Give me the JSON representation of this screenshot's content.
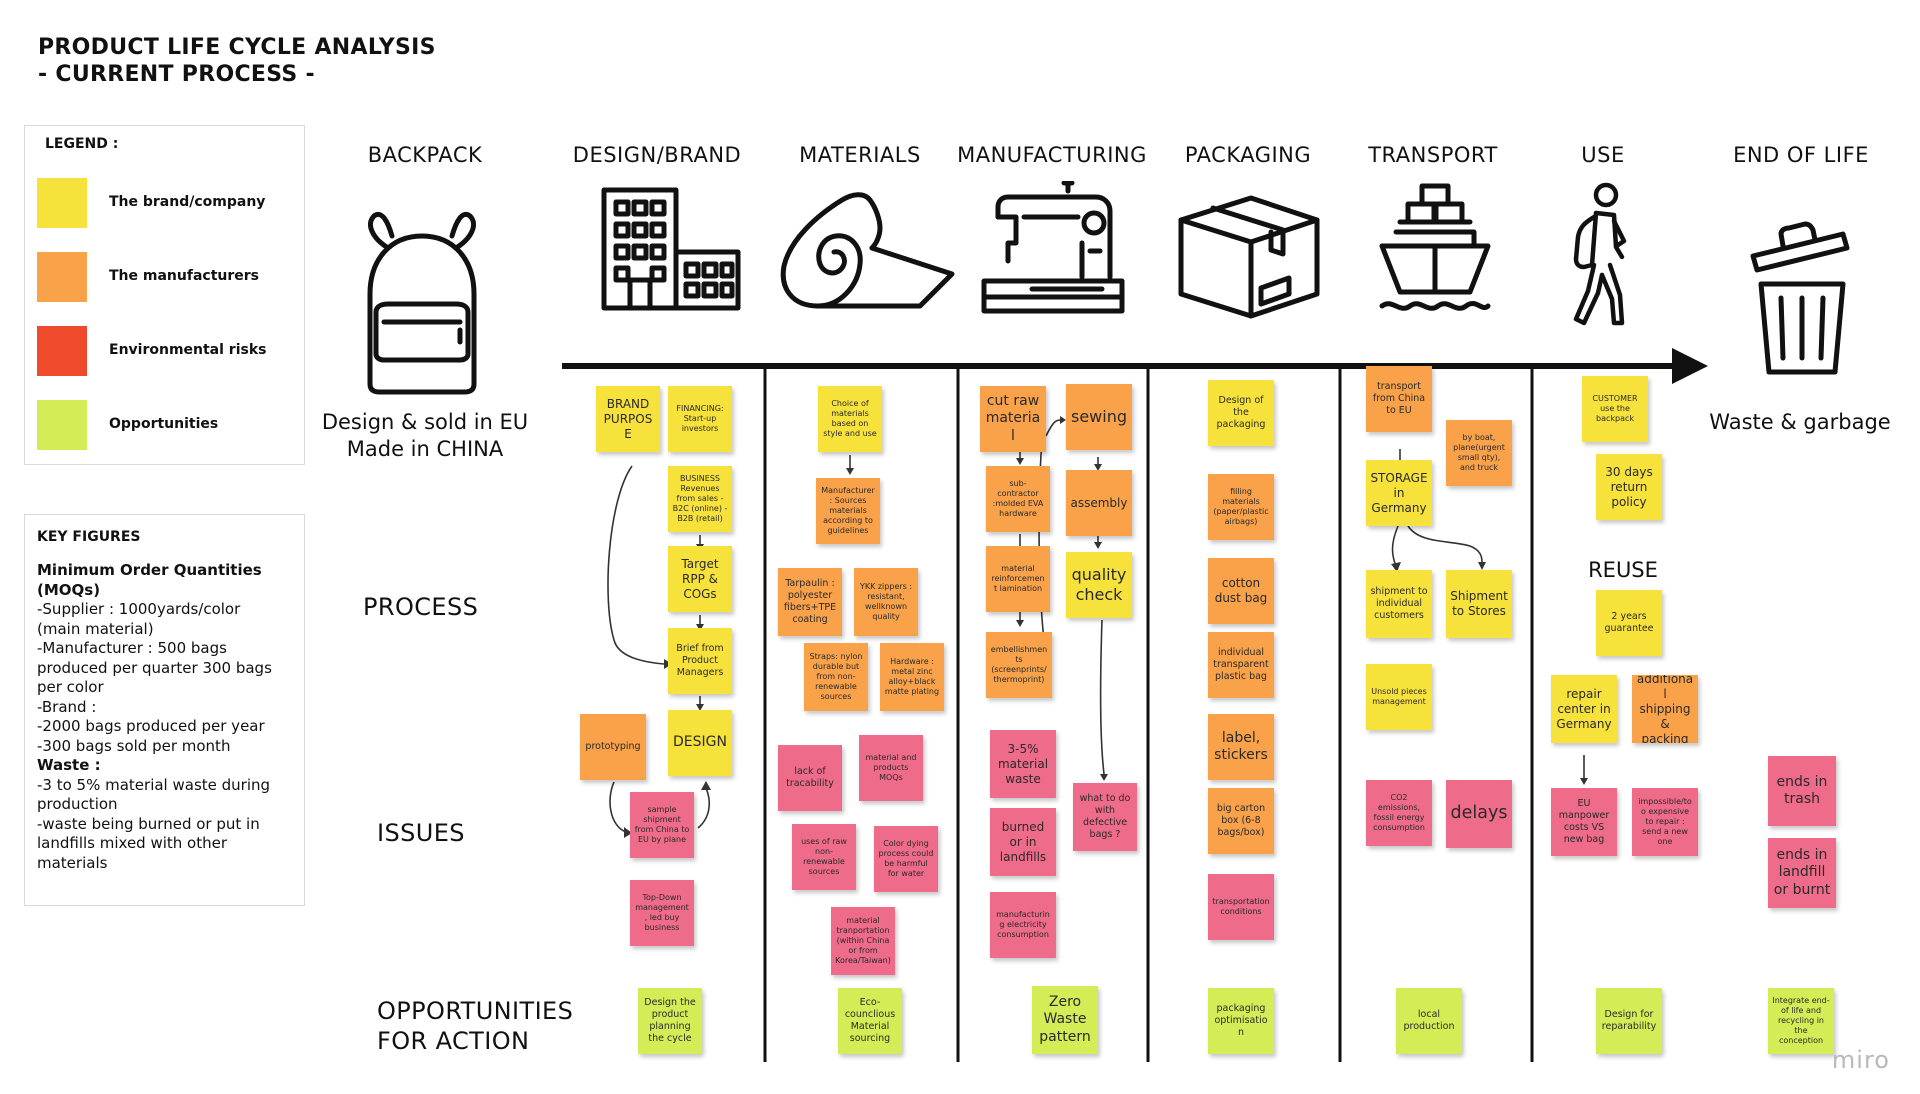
{
  "title": {
    "line1": "PRODUCT LIFE CYCLE ANALYSIS",
    "line2": "- CURRENT PROCESS -"
  },
  "legend": {
    "title": "LEGEND :",
    "items": [
      {
        "label": "The brand/company",
        "color": "#f7e23b"
      },
      {
        "label": "The manufacturers",
        "color": "#f9a24a"
      },
      {
        "label": "Environmental risks",
        "color": "#f04a2c"
      },
      {
        "label": "Opportunities",
        "color": "#d4ec56"
      }
    ]
  },
  "key_figures": {
    "title": "KEY FIGURES",
    "lines": [
      {
        "text": "Minimum Order Quantities",
        "bold": true
      },
      {
        "text": "(MOQs)",
        "bold": true
      },
      {
        "text": "-Supplier : 1000yards/color",
        "bold": false
      },
      {
        "text": "(main material)",
        "bold": false
      },
      {
        "text": "-Manufacturer : 500 bags",
        "bold": false
      },
      {
        "text": "produced per quarter 300 bags",
        "bold": false
      },
      {
        "text": "per color",
        "bold": false
      },
      {
        "text": "-Brand :",
        "bold": false
      },
      {
        "text": "-2000 bags produced per year",
        "bold": false
      },
      {
        "text": "-300 bags sold per month",
        "bold": false
      },
      {
        "text": "Waste :",
        "bold": true
      },
      {
        "text": "-3 to 5% material waste during",
        "bold": false
      },
      {
        "text": "production",
        "bold": false
      },
      {
        "text": "-waste being burned or put in",
        "bold": false
      },
      {
        "text": "landfills mixed with other",
        "bold": false
      },
      {
        "text": "materials",
        "bold": false
      }
    ]
  },
  "stages": {
    "backpack": "BACKPACK",
    "design": "DESIGN/BRAND",
    "materials": "MATERIALS",
    "manufacturing": "MANUFACTURING",
    "packaging": "PACKAGING",
    "transport": "TRANSPORT",
    "use": "USE",
    "end": "END OF LIFE"
  },
  "row_labels": {
    "process": "PROCESS",
    "issues": "ISSUES",
    "opportunities_line1": "OPPORTUNITIES",
    "opportunities_line2": "FOR ACTION"
  },
  "captions": {
    "backpack_line1": "Design & sold in EU",
    "backpack_line2": "Made in CHINA",
    "end": "Waste & garbage",
    "reuse": "REUSE"
  },
  "notes": {
    "brand_purpose": "BRAND PURPOSE",
    "financing": "FINANCING: Start-up investors",
    "business": "BUSINESS Revenues from sales -B2C (online) - B2B (retail)",
    "target": "Target RPP & COGs",
    "brief": "Brief from Product Managers",
    "design": "DESIGN",
    "prototyping": "prototyping",
    "sample_shipment": "sample shipment from China to EU by plane",
    "top_down": "Top-Down management, led buy business",
    "opp_design": "Design the product planning the cycle",
    "choice_materials": "Choice of materials based on style and use",
    "manuf_sources": "Manufacturer : Sources materials according to guidelines",
    "tarpaulin": "Tarpaulin : polyester fibers+TPE coating",
    "ykk": "YKK zippers : resistant, wellknown quality",
    "straps": "Straps: nylon durable but from non-renewable sources",
    "hardware": "Hardware : metal zinc alloy+black matte plating",
    "lack_traceability": "lack of tracability",
    "material_moqs": "material and products MOQs",
    "raw_nonrenewable": "uses of raw non-renewable sources",
    "color_dying": "Color dying process could be harmful for water",
    "material_transport": "material tranportation (within China or from Korea/Taiwan)",
    "opp_eco": "Eco-counclious Material sourcing",
    "cut_raw": "cut raw material",
    "sewing": "sewing",
    "subcontractor": "sub-contractor :molded EVA hardware",
    "assembly": "assembly",
    "reinforcement": "material reinforcement lamination",
    "quality_check": "quality check",
    "embellishments": "embellishments (screenprints/ thermoprint)",
    "waste_35": "3-5% material waste",
    "burned": "burned or in landfills",
    "defective": "what to do with defective bags ?",
    "electricity": "manufacturing electricity consumption",
    "opp_zero": "Zero Waste pattern",
    "design_packaging": "Design of the packaging",
    "filling": "filling materials (paper/plastic airbags)",
    "cotton": "cotton dust bag",
    "plastic_bag": "individual transparent plastic bag",
    "label": "label, stickers",
    "big_carton": "big carton box (6-8 bags/box)",
    "transp_conditions": "transportation conditions",
    "opp_packaging": "packaging optimisation",
    "transport_china": "transport from China to EU",
    "by_boat": "by boat, plane(urgent small qty), and truck",
    "storage": "STORAGE in Germany",
    "shipment_individual": "shipment to individual customers",
    "shipment_stores": "Shipment to Stores",
    "unsold": "Unsold pieces management",
    "co2": "CO2 emissions, fossil energy consumption",
    "delays": "delays",
    "opp_local": "local production",
    "customer_use": "CUSTOMER use the backpack",
    "return_policy": "30 days return policy",
    "guarantee": "2 years guarantee",
    "repair_center": "repair center in Germany",
    "additional_shipping": "additional shipping & packing",
    "eu_manpower": "EU manpower costs VS new bag",
    "impossible_repair": "impossible/too expensive to repair : send a new one",
    "opp_repair": "Design for reparability",
    "ends_trash": "ends in trash",
    "ends_landfill": "ends in landfill or burnt",
    "opp_integrate": "Integrate end-of life and recycling in the conception"
  },
  "colors": {
    "brand": "#f7e23b",
    "manufacturer": "#f9a24a",
    "risk": "#ef6b8a",
    "opportunity": "#d4ec56",
    "timeline": "#111111"
  },
  "icons": [
    "backpack-icon",
    "building-icon",
    "fabric-roll-icon",
    "sewing-machine-icon",
    "box-icon",
    "ship-icon",
    "hiker-icon",
    "trash-bin-icon"
  ],
  "watermark": "miro"
}
